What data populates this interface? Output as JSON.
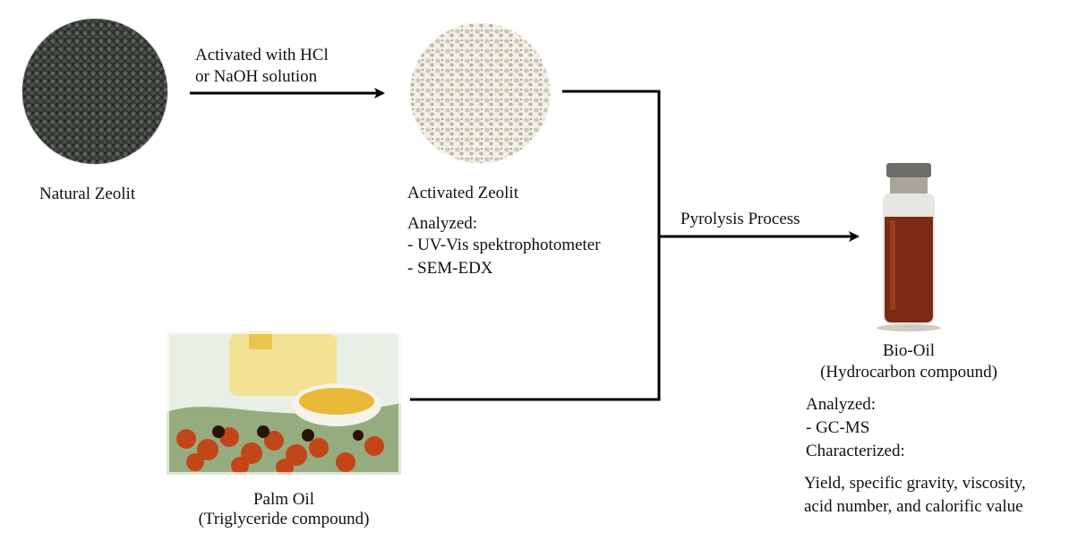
{
  "step1": {
    "label": "Natural Zeolit"
  },
  "arrow1": {
    "line1": "Activated with HCl",
    "line2": "or NaOH solution"
  },
  "step2": {
    "label": "Activated Zeolit",
    "analyzed_heading": "Analyzed:",
    "methods": [
      "- UV-Vis spektrophotometer",
      "- SEM-EDX"
    ]
  },
  "process": {
    "label": "Pyrolysis Process"
  },
  "feed": {
    "label": "Palm Oil",
    "sublabel": "(Triglyceride compound)"
  },
  "product": {
    "label": "Bio-Oil",
    "sublabel": "(Hydrocarbon compound)",
    "analyzed_heading": "Analyzed:",
    "analyzed_methods": [
      "- GC-MS"
    ],
    "characterized_heading": "Characterized:",
    "characterized_lines": [
      "Yield, specific gravity, viscosity,",
      "acid number, and calorific value"
    ]
  },
  "colors": {
    "line": "#000000",
    "zeolite_dark": "#3a3f3a",
    "zeolite_light": "#d8d2c2",
    "oil": "#8a2a10",
    "palm_fruit": "#c2461a"
  }
}
